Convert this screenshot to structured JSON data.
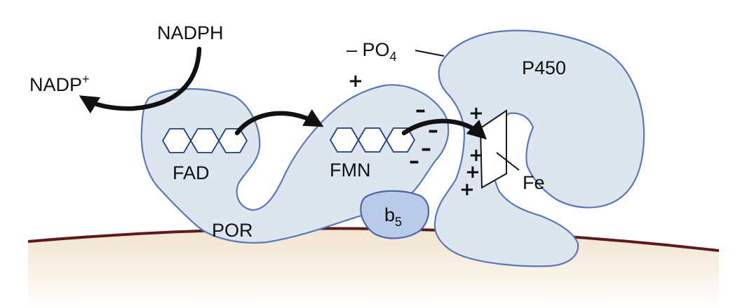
{
  "labels": {
    "nadph": "NADPH",
    "nadp_base": "NADP",
    "nadp_sup": "+",
    "fad": "FAD",
    "fmn": "FMN",
    "por": "POR",
    "p450": "P450",
    "fe": "Fe",
    "b5_base": "b",
    "b5_sub": "5",
    "po4_base": "– PO",
    "po4_sub": "4"
  },
  "charges": {
    "plus": "+",
    "minus": "–"
  },
  "colors": {
    "protein_fill": "#dde6ef",
    "protein_stroke": "#5a78b8",
    "b5_fill": "#b9cbe8",
    "membrane_line": "#5e1a1a",
    "membrane_fill_top": "#f2e6d2",
    "arrow": "#111111"
  }
}
